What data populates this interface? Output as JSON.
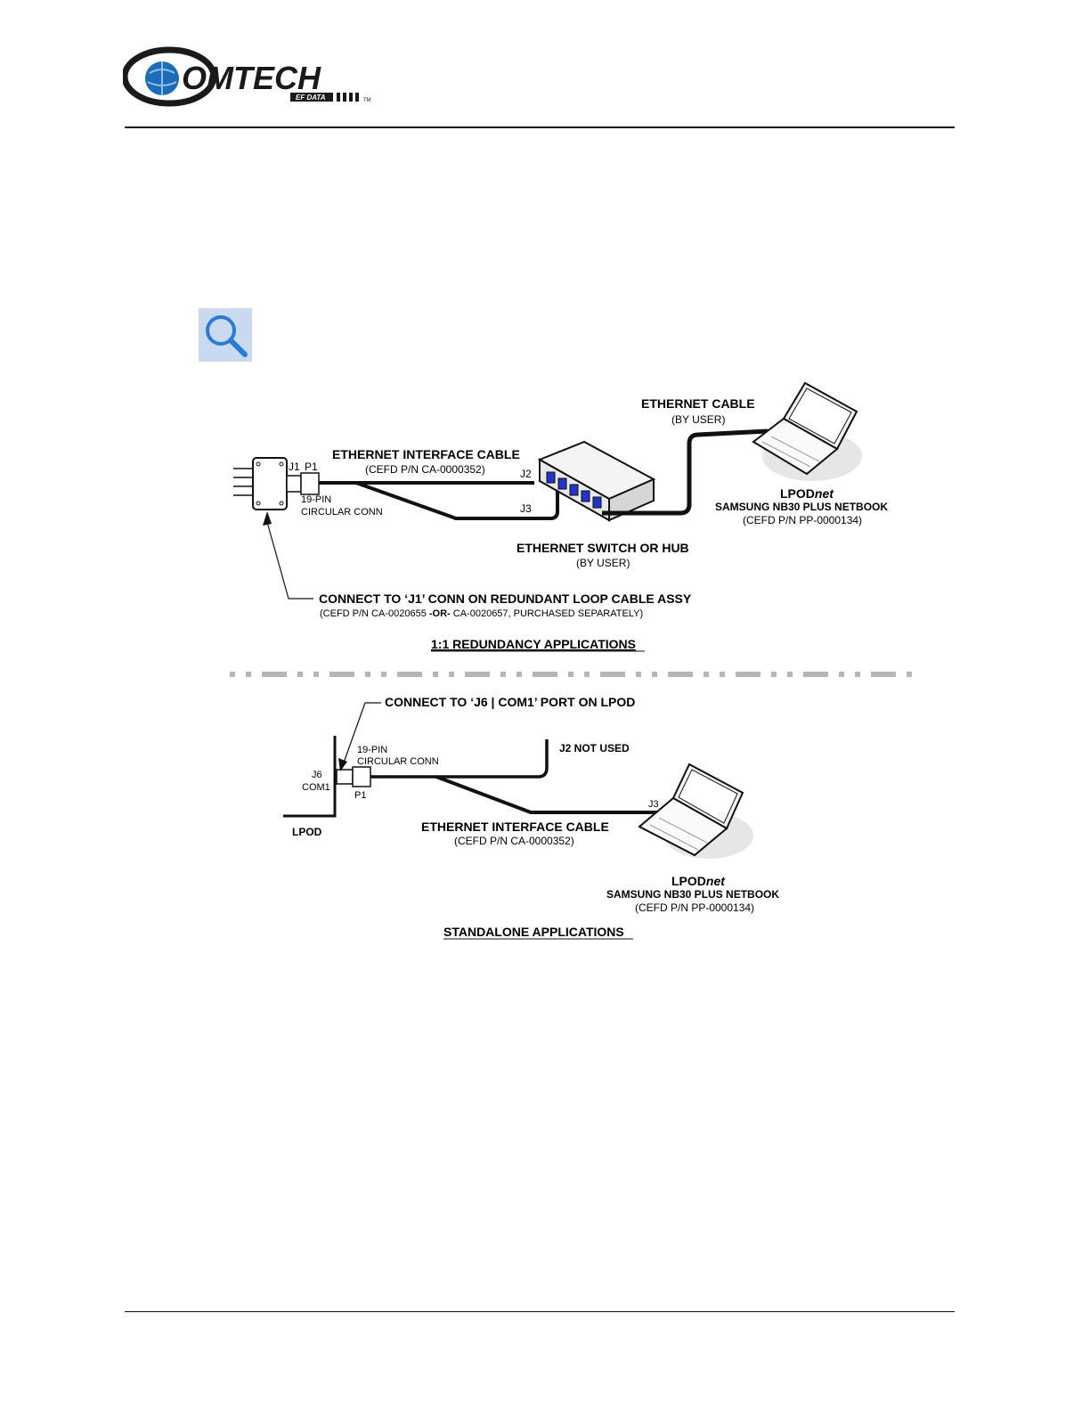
{
  "header": {
    "logo_text": "OMTECH",
    "logo_sub": "EF DATA",
    "logo_tm": "TM"
  },
  "diagram": {
    "redundancy": {
      "ethernet_cable_title": "ETHERNET CABLE",
      "ethernet_cable_sub": "(BY USER)",
      "interface_cable_title": "ETHERNET INTERFACE CABLE",
      "interface_cable_pn": "(CEFD P/N CA-0000352)",
      "j1": "J1",
      "p1": "P1",
      "j2": "J2",
      "j3": "J3",
      "pin_line1": "19-PIN",
      "pin_line2": "CIRCULAR CONN",
      "switch_title": "ETHERNET SWITCH OR HUB",
      "switch_sub": "(BY USER)",
      "lpod_prefix": "LPOD",
      "lpod_suffix": "net",
      "netbook_name": "SAMSUNG NB30 PLUS NETBOOK",
      "netbook_pn": "(CEFD P/N PP-0000134)",
      "connect_title": "CONNECT TO ‘J1’ CONN ON REDUNDANT LOOP CABLE ASSY",
      "connect_sub_a": "(CEFD P/N CA-0020655 ",
      "connect_sub_or": "-OR-",
      "connect_sub_b": " CA-0020657, PURCHASED SEPARATELY)",
      "section_caption": "1:1 REDUNDANCY APPLICATIONS"
    },
    "standalone": {
      "connect_title": "CONNECT TO ‘J6 | COM1’ PORT ON LPOD",
      "pin_line1": "19-PIN",
      "pin_line2": "CIRCULAR CONN",
      "j6": "J6",
      "com1": "COM1",
      "p1": "P1",
      "lpod": "LPOD",
      "j2_not_used": "J2 NOT USED",
      "j3": "J3",
      "interface_cable_title": "ETHERNET INTERFACE CABLE",
      "interface_cable_pn": "(CEFD P/N CA-0000352)",
      "lpod_prefix": "LPOD",
      "lpod_suffix": "net",
      "netbook_name": "SAMSUNG NB30 PLUS NETBOOK",
      "netbook_pn": "(CEFD P/N PP-0000134)",
      "section_caption": "STANDALONE APPLICATIONS"
    }
  },
  "colors": {
    "logo_blue": "#1e6bb8",
    "icon_bg": "#c9daf0",
    "icon_blue": "#2b7bd3",
    "switch_port": "#2433c8",
    "divider": "#b5b5b5"
  }
}
